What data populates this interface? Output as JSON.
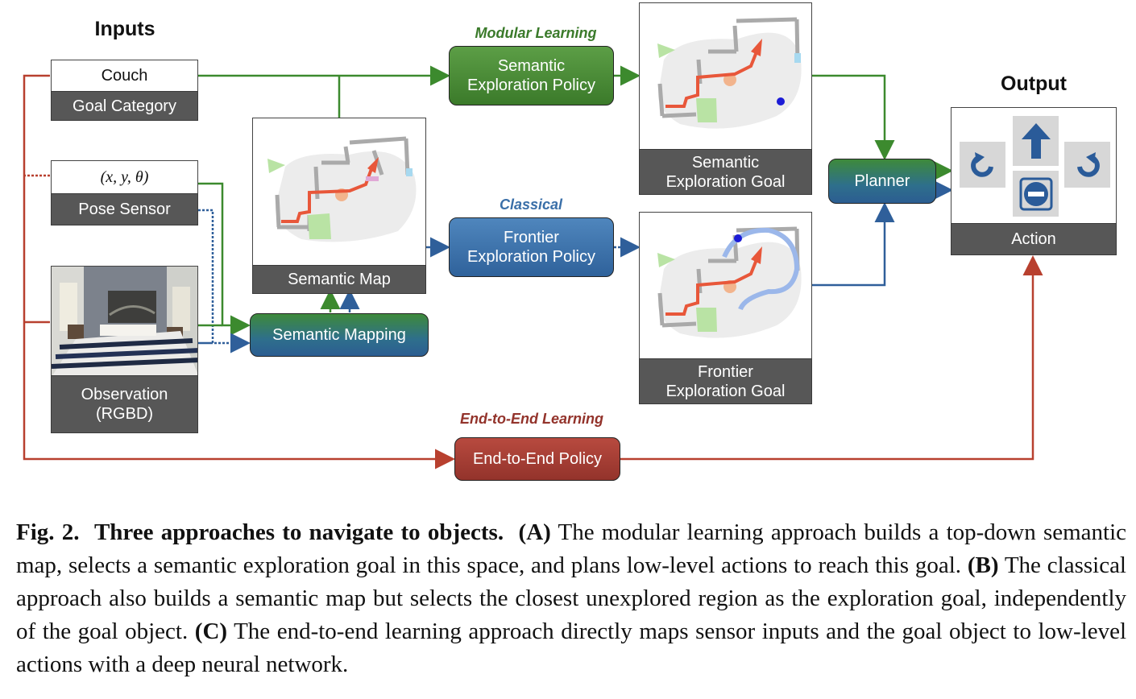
{
  "headings": {
    "inputs": "Inputs",
    "output": "Output"
  },
  "approaches": {
    "modular": {
      "label": "Modular Learning",
      "color": "#3a7a2a"
    },
    "classical": {
      "label": "Classical",
      "color": "#3a6fa8"
    },
    "end_to_end": {
      "label": "End-to-End Learning",
      "color": "#93332b"
    }
  },
  "inputs": {
    "goal_value": "Couch",
    "goal_label": "Goal Category",
    "pose_value": "(x, y, θ)",
    "pose_label": "Pose Sensor",
    "observation_label_line1": "Observation",
    "observation_label_line2": "(RGBD)"
  },
  "modules": {
    "semantic_mapping": "Semantic Mapping",
    "semantic_map": "Semantic Map",
    "semantic_policy_line1": "Semantic",
    "semantic_policy_line2": "Exploration Policy",
    "frontier_policy_line1": "Frontier",
    "frontier_policy_line2": "Exploration Policy",
    "semantic_goal_line1": "Semantic",
    "semantic_goal_line2": "Exploration Goal",
    "frontier_goal_line1": "Frontier",
    "frontier_goal_line2": "Exploration Goal",
    "planner": "Planner",
    "end_to_end_policy": "End-to-End Policy",
    "action": "Action"
  },
  "icons": [
    "turn-left-icon",
    "forward-arrow-icon",
    "turn-right-icon",
    "stop-icon"
  ],
  "colors": {
    "green_line": "#3c8a2e",
    "blue_line": "#2f5f9a",
    "red_line": "#b8402f",
    "map_path": "#e8573a"
  },
  "caption": {
    "fig_label": "Fig. 2.",
    "title": "Three approaches to navigate to objects.",
    "a_tag": "(A)",
    "a_text": "The modular learning approach builds a top-down semantic map, selects a semantic exploration goal in this space, and plans low-level actions to reach this goal.",
    "b_tag": "(B)",
    "b_text": "The classical approach also builds a semantic map but selects the closest unexplored region as the exploration goal, independently of the goal object.",
    "c_tag": "(C)",
    "c_text": "The end-to-end learning approach directly maps sensor inputs and the goal object to low-level actions with a deep neural network."
  }
}
